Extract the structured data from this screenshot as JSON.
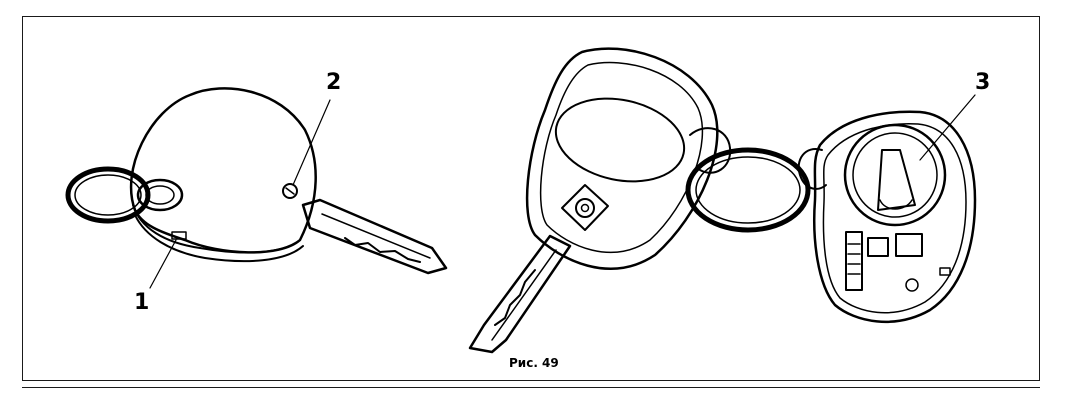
{
  "figure": {
    "caption": "Рис. 49",
    "callouts": [
      {
        "label": "1"
      },
      {
        "label": "2"
      },
      {
        "label": "3"
      }
    ]
  }
}
